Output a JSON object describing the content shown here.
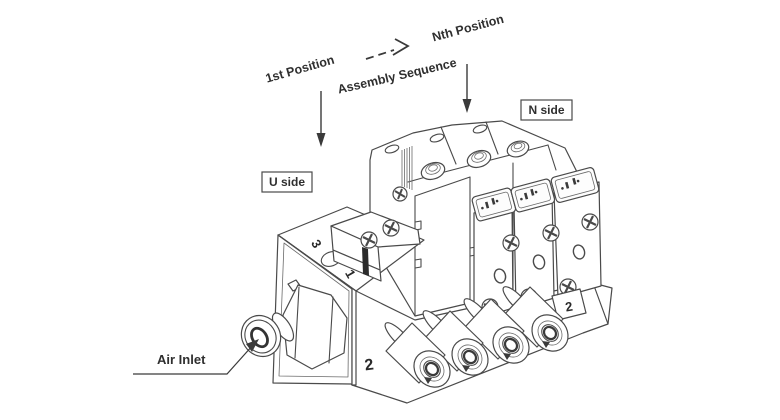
{
  "colors": {
    "background": "#ffffff",
    "line": "#4a4a4a",
    "text": "#2f2f2f"
  },
  "annotations": {
    "first_position": "1st Position",
    "assembly_sequence": "Assembly Sequence",
    "nth_position": "Nth Position",
    "u_side": "U side",
    "n_side": "N side",
    "air_inlet": "Air Inlet"
  },
  "port_markings": {
    "top_port_left": "3",
    "top_port_right": "1",
    "base_output_port": "2",
    "valve_output_port": "2"
  }
}
